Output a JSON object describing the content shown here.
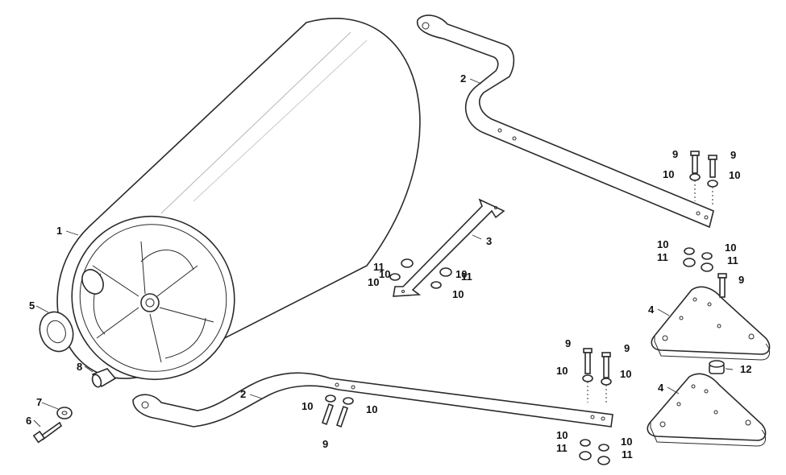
{
  "diagram": {
    "callouts": {
      "drum": "1",
      "handle_upper": "2",
      "handle_lower": "2",
      "brace": "3",
      "plate_upper": "4",
      "plate_lower": "4",
      "plug": "5",
      "bolt_end": "6",
      "washer_end": "7",
      "bushing": "8",
      "bolt_a": "9",
      "bolt_b": "9",
      "bolt_c": "9",
      "bolt_d": "9",
      "bolt_e": "9",
      "bolt_f": "9",
      "washer_a": "10",
      "washer_b": "10",
      "washer_c": "10",
      "washer_d": "10",
      "washer_e": "10",
      "washer_f": "10",
      "washer_g": "10",
      "washer_h": "10",
      "washer_i": "10",
      "washer_j": "10",
      "washer_k": "10",
      "washer_l": "10",
      "washer_m": "10",
      "washer_n": "10",
      "nut_a": "11",
      "nut_b": "11",
      "nut_c": "11",
      "nut_d": "11",
      "nut_e": "11",
      "nut_f": "11",
      "spacer": "12"
    }
  }
}
